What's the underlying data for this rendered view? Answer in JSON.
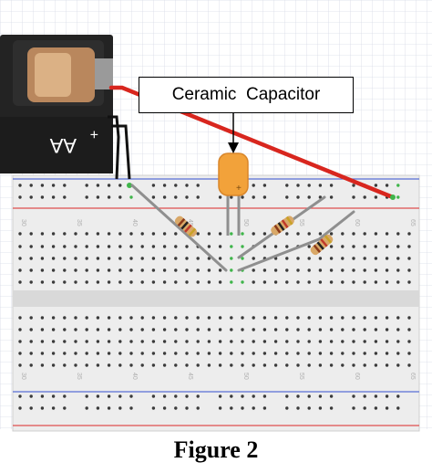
{
  "callout": {
    "label": "Ceramic  Capacitor"
  },
  "caption": {
    "text": "Figure 2"
  },
  "battery": {
    "type_label": "AA",
    "plus_sign": "+"
  },
  "capacitor": {
    "polarity_mark": "+"
  },
  "breadboard": {
    "column_numbers": [
      "30",
      "35",
      "40",
      "45",
      "50",
      "55",
      "60",
      "65"
    ]
  },
  "colors": {
    "wire": "#d8261e",
    "capacitor": "#f2a23a",
    "hole_active": "#3fb54a",
    "rail_red": "#e05050",
    "rail_blue": "#5a6fd6",
    "board": "#ececec"
  }
}
